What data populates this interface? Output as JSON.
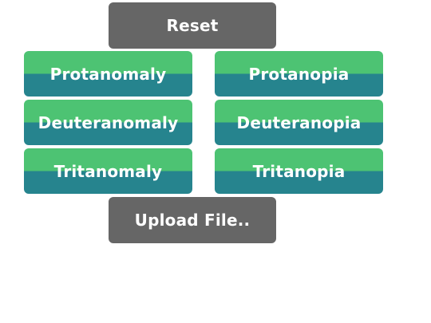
{
  "reset_label": "Reset",
  "upload_label": "Upload File..",
  "filters": {
    "protanomaly": "Protanomaly",
    "protanopia": "Protanopia",
    "deuteranomaly": "Deuteranomaly",
    "deuteranopia": "Deuteranopia",
    "tritanomaly": "Tritanomaly",
    "tritanopia": "Tritanopia"
  },
  "colors": {
    "gray_button": "#666666",
    "green_top": "#4dc373",
    "teal_bottom": "#26848e",
    "text": "#ffffff"
  }
}
